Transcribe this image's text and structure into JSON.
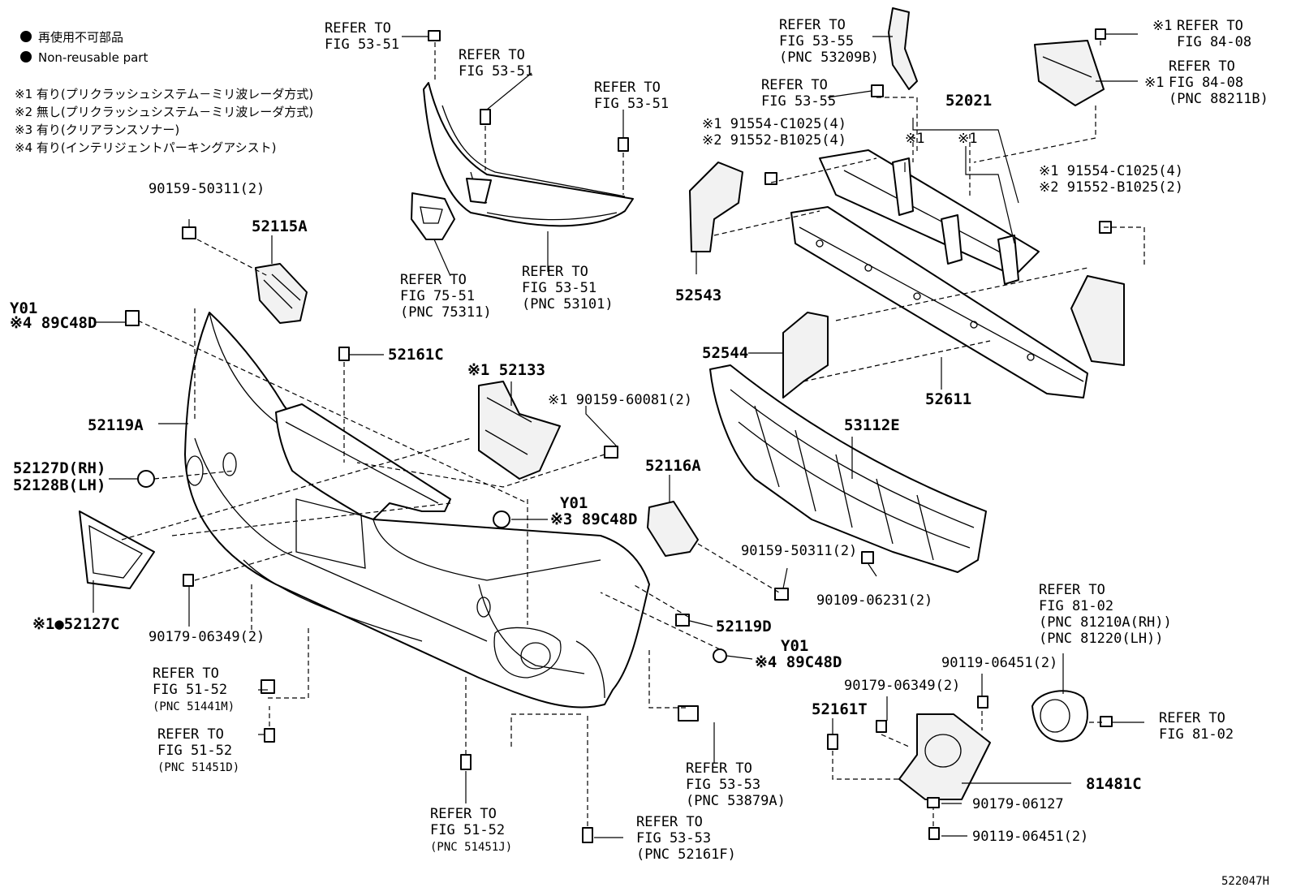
{
  "legend": {
    "bullet_jp": "再使用不可部品",
    "bullet_en": "Non-reusable part",
    "notes": [
      "※1 有り(プリクラッシュシステム－ミリ波レーダ方式)",
      "※2 無し(プリクラッシュシステム－ミリ波レーダ方式)",
      "※3 有り(クリアランスソナー)",
      "※4 有り(インテリジェントパーキングアシスト)"
    ]
  },
  "refs": {
    "r1": {
      "l1": "REFER TO",
      "l2": "FIG 53-51"
    },
    "r2": {
      "l1": "REFER TO",
      "l2": "FIG 53-51"
    },
    "r3": {
      "l1": "REFER TO",
      "l2": "FIG 53-51"
    },
    "r4": {
      "l1": "REFER TO",
      "l2": "FIG 75-51",
      "l3": "(PNC 75311)"
    },
    "r5": {
      "l1": "REFER TO",
      "l2": "FIG 53-51",
      "l3": "(PNC 53101)"
    },
    "r6": {
      "l1": "REFER TO",
      "l2": "FIG 53-55",
      "l3": "(PNC 53209B)"
    },
    "r7": {
      "l1": "REFER TO",
      "l2": "FIG 53-55"
    },
    "r8": {
      "l1": "REFER TO",
      "l2": "FIG 84-08"
    },
    "r9": {
      "l1": "REFER TO",
      "l2": "FIG 84-08",
      "l3": "(PNC 88211B)"
    },
    "r10": {
      "l1": "REFER TO",
      "l2": "FIG 81-02",
      "l3": "(PNC 81210A(RH))",
      "l4": "(PNC 81220(LH))"
    },
    "r11": {
      "l1": "REFER TO",
      "l2": "FIG 81-02"
    },
    "r12": {
      "l1": "REFER TO",
      "l2": "FIG 51-52",
      "l3": "(PNC 51441M)"
    },
    "r13": {
      "l1": "REFER TO",
      "l2": "FIG 51-52",
      "l3": "(PNC 51451D)"
    },
    "r14": {
      "l1": "REFER TO",
      "l2": "FIG 51-52",
      "l3": "(PNC 51451J)"
    },
    "r15": {
      "l1": "REFER TO",
      "l2": "FIG 53-53",
      "l3": "(PNC 53879A)"
    },
    "r16": {
      "l1": "REFER TO",
      "l2": "FIG 53-53",
      "l3": "(PNC 52161F)"
    }
  },
  "parts": {
    "p90159_50311_a": "90159-50311(2)",
    "p52115A": "52115A",
    "y01_a": "Y01",
    "p89C48D_a": "※4 89C48D",
    "p52161C": "52161C",
    "p52133": "※1 52133",
    "p90159_60081": "※1 90159-60081(2)",
    "p52119A": "52119A",
    "p52127D": "52127D(RH)",
    "p52128B": "52128B(LH)",
    "y01_b": "Y01",
    "p89C48D_b": "※3 89C48D",
    "p52116A": "52116A",
    "p90159_50311_b": "90159-50311(2)",
    "p52127C": "※1●52127C",
    "p90179_06349_a": "90179-06349(2)",
    "p52119D": "52119D",
    "y01_c": "Y01",
    "p89C48D_c": "※4 89C48D",
    "p52021": "52021",
    "mark1a": "※1",
    "mark1b": "※1",
    "p91554_a": "※1 91554-C1025(4)",
    "p91552_a": "※2 91552-B1025(4)",
    "p91554_b": "※1 91554-C1025(4)",
    "p91552_b": "※2 91552-B1025(2)",
    "mark1c": "※1",
    "mark1d": "※1",
    "p52543": "52543",
    "p52544": "52544",
    "p52611": "52611",
    "p53112E": "53112E",
    "p90109_06231": "90109-06231(2)",
    "p90119_06451_a": "90119-06451(2)",
    "p90179_06349_b": "90179-06349(2)",
    "p52161T": "52161T",
    "p81481C": "81481C",
    "p90179_06127": "90179-06127",
    "p90119_06451_b": "90119-06451(2)"
  },
  "diagram_id": "522047H"
}
